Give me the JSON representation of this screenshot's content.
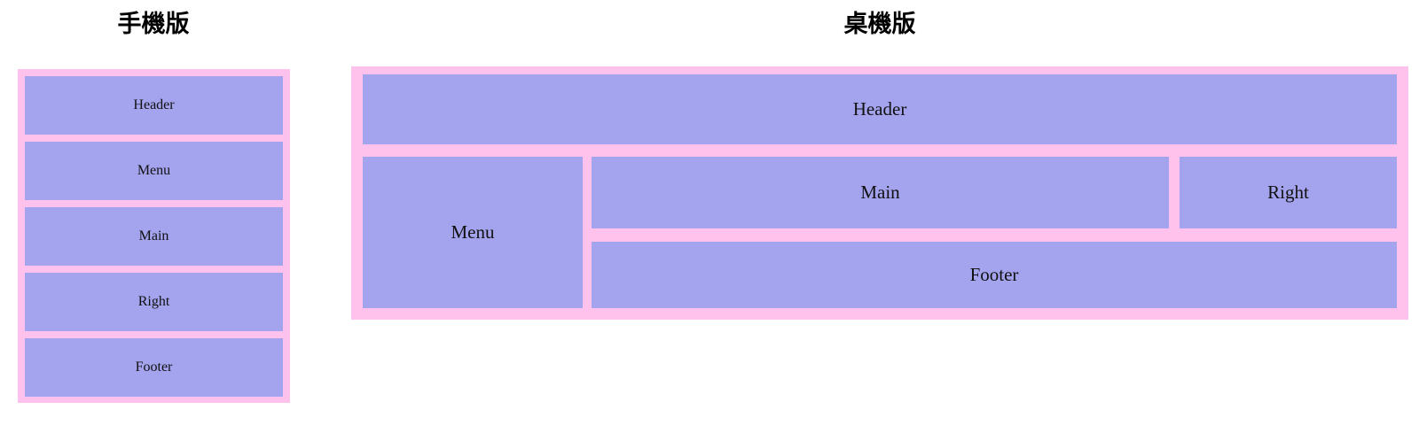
{
  "colors": {
    "frame_pink": "#ffc2ec",
    "block_purple": "#a3a3ee",
    "text": "#111111",
    "title_text": "#000000",
    "page_background": "#ffffff"
  },
  "mobile": {
    "title": "手機版",
    "blocks": [
      {
        "label": "Header"
      },
      {
        "label": "Menu"
      },
      {
        "label": "Main"
      },
      {
        "label": "Right"
      },
      {
        "label": "Footer"
      }
    ]
  },
  "desktop": {
    "title": "桌機版",
    "blocks": {
      "header": {
        "label": "Header"
      },
      "menu": {
        "label": "Menu"
      },
      "main": {
        "label": "Main"
      },
      "right": {
        "label": "Right"
      },
      "footer": {
        "label": "Footer"
      }
    }
  }
}
